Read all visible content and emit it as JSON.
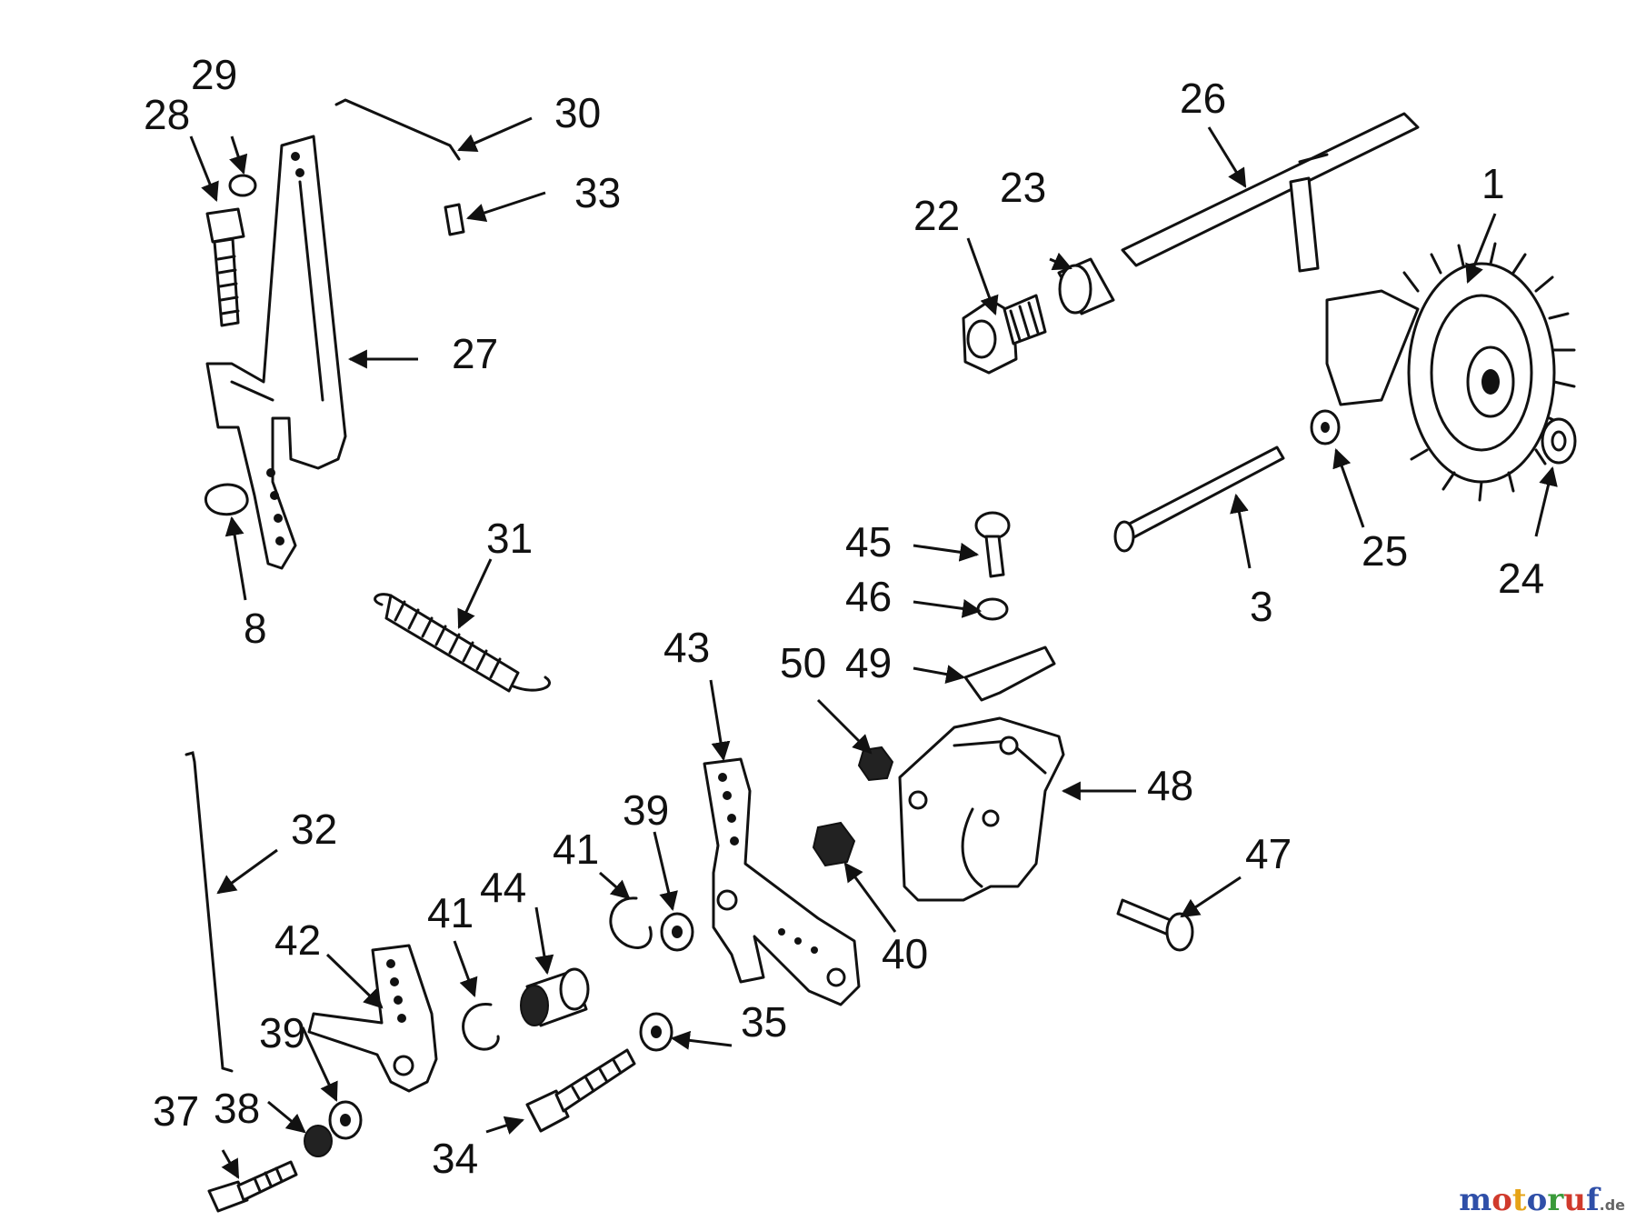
{
  "callouts": {
    "c1": "1",
    "c3": "3",
    "c8": "8",
    "c22": "22",
    "c23": "23",
    "c24": "24",
    "c25": "25",
    "c26": "26",
    "c27": "27",
    "c28": "28",
    "c29": "29",
    "c30": "30",
    "c31": "31",
    "c32": "32",
    "c33": "33",
    "c34": "34",
    "c35": "35",
    "c37": "37",
    "c38": "38",
    "c39a": "39",
    "c39b": "39",
    "c40": "40",
    "c41a": "41",
    "c41b": "41",
    "c42": "42",
    "c43": "43",
    "c44": "44",
    "c45": "45",
    "c46": "46",
    "c47": "47",
    "c48": "48",
    "c49": "49",
    "c50": "50"
  },
  "watermark": {
    "colors": [
      "#2f4fa8",
      "#d03a2c",
      "#e6a317",
      "#2f4fa8",
      "#3a9a3a",
      "#d03a2c",
      "#2f4fa8"
    ],
    "letters": [
      "m",
      "o",
      "t",
      "o",
      "r",
      "u",
      "f"
    ],
    "suffix": ".de"
  }
}
